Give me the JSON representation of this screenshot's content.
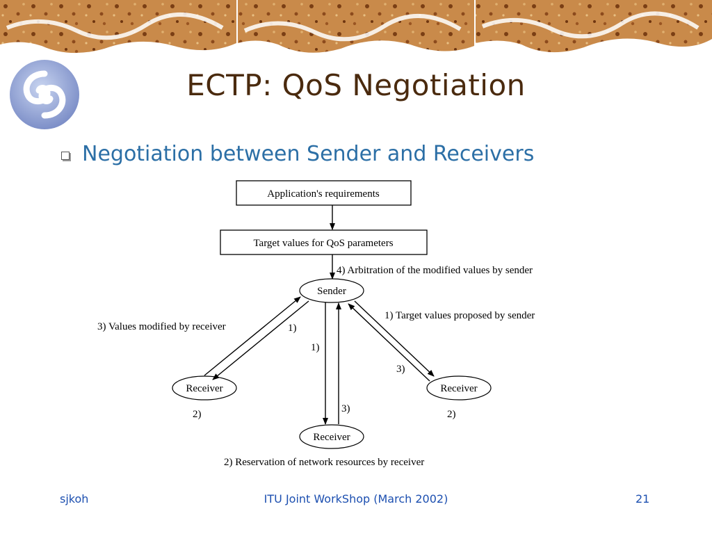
{
  "slide": {
    "title": "ECTP: QoS Negotiation",
    "bullet": "Negotiation between Sender and Receivers"
  },
  "diagram": {
    "boxes": {
      "app_req": "Application's requirements",
      "target_values": "Target values for QoS parameters"
    },
    "nodes": {
      "sender": "Sender",
      "receiver_left": "Receiver",
      "receiver_bottom": "Receiver",
      "receiver_right": "Receiver"
    },
    "labels": {
      "arbitration": "4) Arbitration of the modified values by sender",
      "proposed": "1) Target values proposed by sender",
      "modified": "3) Values modified by receiver",
      "reservation": "2) Reservation of network resources by receiver",
      "step_left_1": "1)",
      "step_center_1": "1)",
      "step_right_3": "3)",
      "step_center_3": "3)",
      "step_left_2": "2)",
      "step_right_2": "2)"
    }
  },
  "footer": {
    "author": "sjkoh",
    "event": "ITU Joint WorkShop (March 2002)",
    "page": "21"
  },
  "colors": {
    "title": "#4a2a0e",
    "bullet": "#2c6fa6",
    "footer": "#1c4fb0",
    "banner": "#b8763c"
  }
}
